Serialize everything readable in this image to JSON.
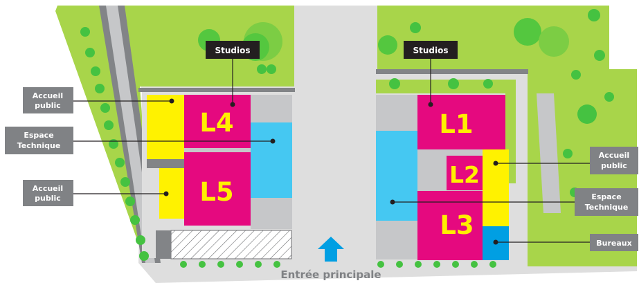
{
  "colors": {
    "grass": "#a8d54a",
    "tree": "#45c241",
    "road": "#dedede",
    "parking": "#c6c7c9",
    "wall": "#828487",
    "lodge": "#e5097f",
    "lodge_text": "#ffef00",
    "welcome": "#fff200",
    "technical": "#45c8f2",
    "office": "#009fe3",
    "label_dark": "#231f20",
    "label_grey": "#808285",
    "hatch": "#6d6e71"
  },
  "buildings": {
    "l1": "L1",
    "l2": "L2",
    "l3": "L3",
    "l4": "L4",
    "l5": "L5"
  },
  "labels": {
    "studios_left": "Studios",
    "studios_right": "Studios",
    "accueil_left_top": [
      "Accueil",
      "public"
    ],
    "espace_left": [
      "Espace",
      "Technique"
    ],
    "accueil_left_bottom": [
      "Accueil",
      "public"
    ],
    "accueil_right": [
      "Accueil",
      "public"
    ],
    "espace_right": [
      "Espace",
      "Technique"
    ],
    "bureaux": "Bureaux"
  },
  "entrance": {
    "label": "Entrée principale",
    "icon": "arrow-up-icon"
  }
}
